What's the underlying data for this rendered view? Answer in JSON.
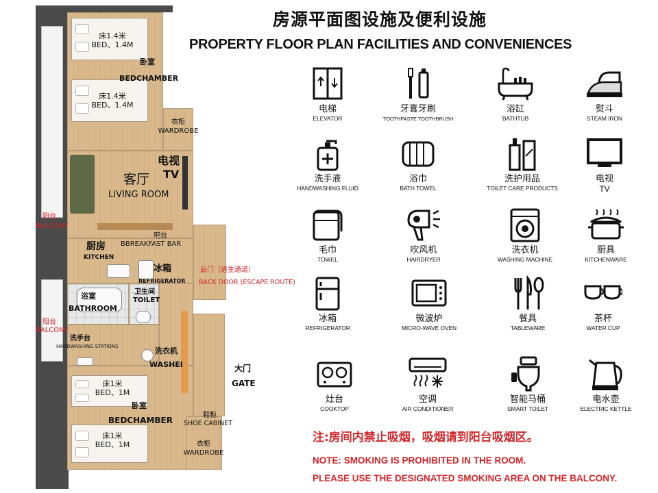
{
  "title": {
    "cn": "房源平面图设施及便利设施",
    "en": "PROPERTY FLOOR PLAN FACILITIES AND CONVENIENCES"
  },
  "floor_plan": {
    "bed_top_1": {
      "cn": "床1.4米",
      "en": "BED、1.4M"
    },
    "bed_top_2": {
      "cn": "床1.4米",
      "en": "BED、1.4M"
    },
    "bedroom_top": {
      "cn": "卧室",
      "en": "BEDCHAMBER"
    },
    "wardrobe_top": {
      "cn": "衣柜",
      "en": "WARDROBE"
    },
    "living": {
      "tv_cn": "电视",
      "tv_en": "TV",
      "cn": "客厅",
      "en": "LIVING ROOM"
    },
    "balcony_1": {
      "cn": "阳台",
      "en": "BALCONY"
    },
    "bar": {
      "cn": "吧台",
      "en": "BBREAKFAST BAR"
    },
    "kitchen": {
      "cn": "厨房",
      "en": "KITCHEN"
    },
    "fridge": {
      "cn": "冰箱",
      "en": "REFRIGERATOR"
    },
    "back_door": {
      "cn": "后门（逃生通道）",
      "en": "BACK DOOR (ESCAPE ROUTE)"
    },
    "bathroom": {
      "cn": "浴室",
      "en": "BATHROOM"
    },
    "toilet": {
      "cn": "卫生间",
      "en": "TOILET"
    },
    "balcony_2": {
      "cn": "阳台",
      "en": "BALCONY"
    },
    "handwash": {
      "cn": "洗手台",
      "en": "HANDWASHING STATIONS"
    },
    "washer": {
      "cn": "洗衣机",
      "en": "WASHEI"
    },
    "gate": {
      "cn": "大门",
      "en": "GATE"
    },
    "bed_bottom_1": {
      "cn": "床1米",
      "en": "BED、1M"
    },
    "bedroom_bottom": {
      "cn": "卧室",
      "en": "BEDCHAMBER"
    },
    "shoe_cabinet": {
      "cn": "鞋柜",
      "en": "SHOE CABINET"
    },
    "bed_bottom_2": {
      "cn": "床1米",
      "en": "BED、1M"
    },
    "wardrobe_bottom": {
      "cn": "衣柜",
      "en": "WARDROBE"
    }
  },
  "amenities": [
    {
      "icon": "elevator-icon",
      "cn": "电梯",
      "en": "ELEVATOR"
    },
    {
      "icon": "toothbrush-icon",
      "cn": "牙膏牙刷",
      "en": "TOOTHPASTE TOOTHBRUSH"
    },
    {
      "icon": "bathtub-icon",
      "cn": "浴缸",
      "en": "BATHTUB"
    },
    {
      "icon": "steam-iron-icon",
      "cn": "熨斗",
      "en": "STEAM IRON"
    },
    {
      "icon": "soap-dispenser-icon",
      "cn": "洗手液",
      "en": "HANDWASHING FLUID"
    },
    {
      "icon": "bath-towel-icon",
      "cn": "浴巾",
      "en": "BATH TOWEL"
    },
    {
      "icon": "toiletries-icon",
      "cn": "洗护用品",
      "en": "TOILET CARE PRODUCTS"
    },
    {
      "icon": "tv-icon",
      "cn": "电视",
      "en": "TV"
    },
    {
      "icon": "towel-icon",
      "cn": "毛巾",
      "en": "TOWEL"
    },
    {
      "icon": "hairdryer-icon",
      "cn": "吹风机",
      "en": "HAIRDRYER"
    },
    {
      "icon": "washing-machine-icon",
      "cn": "洗衣机",
      "en": "WASHING MACHINE"
    },
    {
      "icon": "cooking-pot-icon",
      "cn": "厨具",
      "en": "KITCHENWARE"
    },
    {
      "icon": "refrigerator-icon",
      "cn": "冰箱",
      "en": "REFRIGERATOR"
    },
    {
      "icon": "microwave-icon",
      "cn": "微波炉",
      "en": "MICRO-WAVE OVEN"
    },
    {
      "icon": "tableware-icon",
      "cn": "餐具",
      "en": "TABLEWARE"
    },
    {
      "icon": "tea-cup-icon",
      "cn": "茶杯",
      "en": "WATER CUP"
    },
    {
      "icon": "cooktop-icon",
      "cn": "灶台",
      "en": "COOKTOP"
    },
    {
      "icon": "air-conditioner-icon",
      "cn": "空调",
      "en": "AIR CONDITIONER"
    },
    {
      "icon": "smart-toilet-icon",
      "cn": "智能马桶",
      "en": "SMART TOILET"
    },
    {
      "icon": "electric-kettle-icon",
      "cn": "电水壶",
      "en": "ELECTRIC KETTLE"
    }
  ],
  "notice": {
    "cn": "注:房间内禁止吸烟，吸烟请到阳台吸烟区。",
    "en_line1": "NOTE: SMOKING IS PROHIBITED IN THE ROOM.",
    "en_line2": "PLEASE USE THE DESIGNATED SMOKING AREA ON THE BALCONY."
  },
  "colors": {
    "notice_red": "#d3262a",
    "wall": "#4a4a4a",
    "floor_wood": "#d9b98c"
  }
}
